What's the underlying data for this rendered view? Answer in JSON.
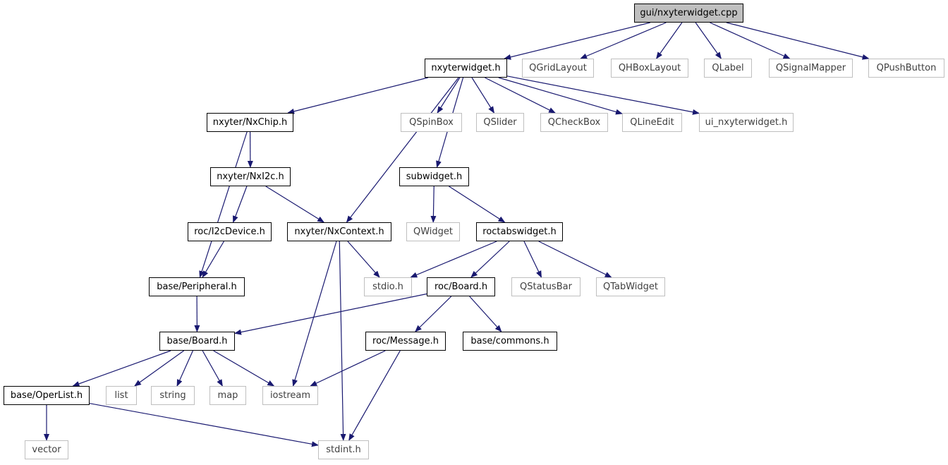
{
  "nodes": {
    "root": "gui/nxyterwidget.cpp",
    "nxyterwidget_h": "nxyterwidget.h",
    "qgridlayout": "QGridLayout",
    "qhboxlayout": "QHBoxLayout",
    "qlabel": "QLabel",
    "qsignalmapper": "QSignalMapper",
    "qpushbutton": "QPushButton",
    "nxchip": "nxyter/NxChip.h",
    "qspinbox": "QSpinBox",
    "qslider": "QSlider",
    "qcheckbox": "QCheckBox",
    "qlineedit": "QLineEdit",
    "ui_nxyterwidget": "ui_nxyterwidget.h",
    "nxi2c": "nxyter/NxI2c.h",
    "subwidget": "subwidget.h",
    "i2cdevice": "roc/I2cDevice.h",
    "nxcontext": "nxyter/NxContext.h",
    "qwidget": "QWidget",
    "roctabswidget": "roctabswidget.h",
    "peripheral": "base/Peripheral.h",
    "stdio": "stdio.h",
    "roc_board": "roc/Board.h",
    "qstatusbar": "QStatusBar",
    "qtabwidget": "QTabWidget",
    "base_board": "base/Board.h",
    "roc_message": "roc/Message.h",
    "base_commons": "base/commons.h",
    "operlist": "base/OperList.h",
    "list": "list",
    "string": "string",
    "map": "map",
    "iostream": "iostream",
    "vector": "vector",
    "stdint": "stdint.h"
  },
  "colors": {
    "edge": "#191970",
    "root_fill": "#bfbfbf",
    "external_border": "#bfbfbf"
  },
  "edges": [
    [
      "root",
      "nxyterwidget_h"
    ],
    [
      "root",
      "qgridlayout"
    ],
    [
      "root",
      "qhboxlayout"
    ],
    [
      "root",
      "qlabel"
    ],
    [
      "root",
      "qsignalmapper"
    ],
    [
      "root",
      "qpushbutton"
    ],
    [
      "nxyterwidget_h",
      "nxchip"
    ],
    [
      "nxyterwidget_h",
      "nxcontext"
    ],
    [
      "nxyterwidget_h",
      "subwidget"
    ],
    [
      "nxyterwidget_h",
      "qspinbox"
    ],
    [
      "nxyterwidget_h",
      "qslider"
    ],
    [
      "nxyterwidget_h",
      "qcheckbox"
    ],
    [
      "nxyterwidget_h",
      "qlineedit"
    ],
    [
      "nxyterwidget_h",
      "ui_nxyterwidget"
    ],
    [
      "nxchip",
      "nxi2c"
    ],
    [
      "nxchip",
      "peripheral"
    ],
    [
      "nxi2c",
      "i2cdevice"
    ],
    [
      "nxi2c",
      "nxcontext"
    ],
    [
      "i2cdevice",
      "peripheral"
    ],
    [
      "peripheral",
      "base_board"
    ],
    [
      "nxcontext",
      "stdio"
    ],
    [
      "nxcontext",
      "iostream"
    ],
    [
      "nxcontext",
      "stdint"
    ],
    [
      "subwidget",
      "qwidget"
    ],
    [
      "subwidget",
      "roctabswidget"
    ],
    [
      "roctabswidget",
      "stdio"
    ],
    [
      "roctabswidget",
      "roc_board"
    ],
    [
      "roctabswidget",
      "qstatusbar"
    ],
    [
      "roctabswidget",
      "qtabwidget"
    ],
    [
      "roc_board",
      "base_board"
    ],
    [
      "roc_board",
      "roc_message"
    ],
    [
      "roc_board",
      "base_commons"
    ],
    [
      "base_board",
      "operlist"
    ],
    [
      "base_board",
      "list"
    ],
    [
      "base_board",
      "string"
    ],
    [
      "base_board",
      "map"
    ],
    [
      "base_board",
      "iostream"
    ],
    [
      "roc_message",
      "iostream"
    ],
    [
      "roc_message",
      "stdint"
    ],
    [
      "operlist",
      "vector"
    ],
    [
      "operlist",
      "stdint"
    ]
  ]
}
